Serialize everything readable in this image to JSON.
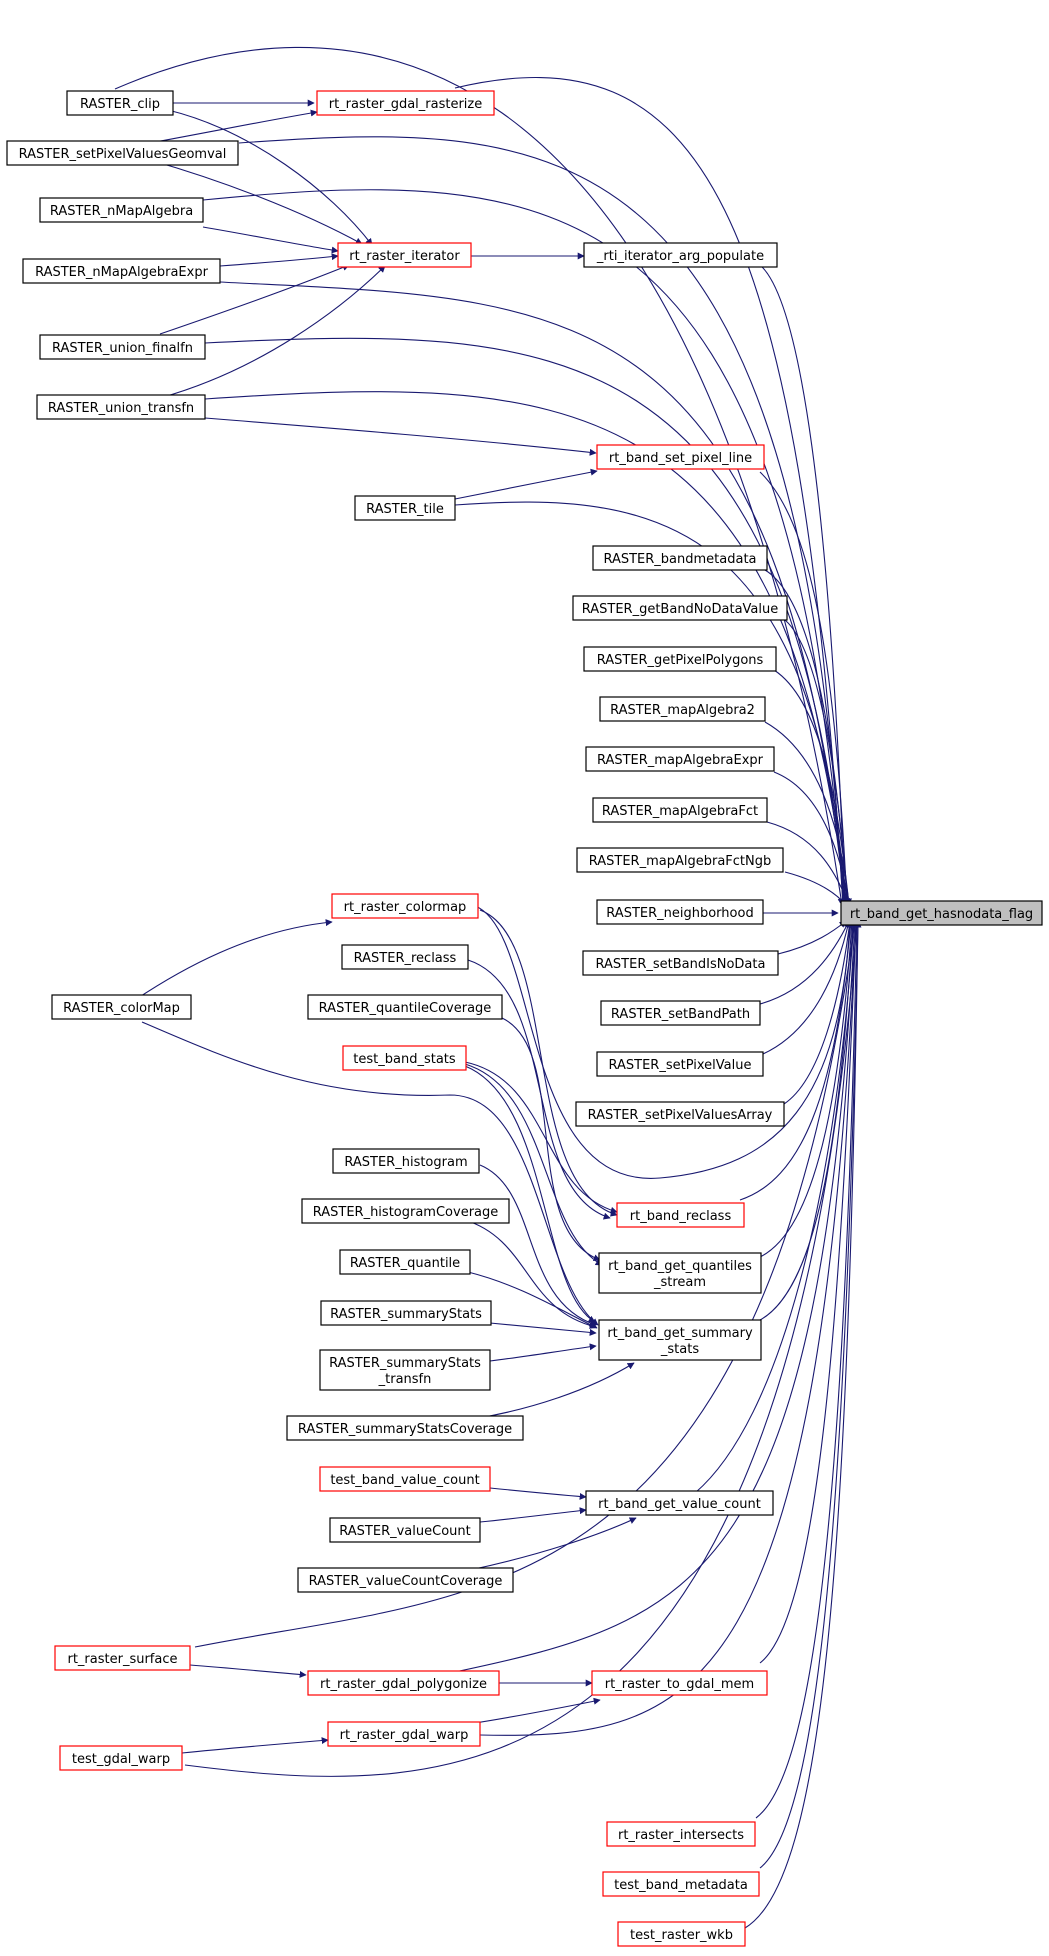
{
  "colors": {
    "edge": "#191970",
    "normal_border": "#000000",
    "link_border": "#ff0000",
    "target_fill": "#bfbfbf"
  },
  "nodes": {
    "rt_band_get_hasnodata_flag": "rt_band_get_hasnodata_flag",
    "RASTER_clip": "RASTER_clip",
    "rt_raster_gdal_rasterize": "rt_raster_gdal_rasterize",
    "RASTER_setPixelValuesGeomval": "RASTER_setPixelValuesGeomval",
    "RASTER_nMapAlgebra": "RASTER_nMapAlgebra",
    "rt_raster_iterator": "rt_raster_iterator",
    "_rti_iterator_arg_populate": "_rti_iterator_arg_populate",
    "RASTER_nMapAlgebraExpr": "RASTER_nMapAlgebraExpr",
    "RASTER_union_finalfn": "RASTER_union_finalfn",
    "RASTER_union_transfn": "RASTER_union_transfn",
    "rt_band_set_pixel_line": "rt_band_set_pixel_line",
    "RASTER_tile": "RASTER_tile",
    "RASTER_bandmetadata": "RASTER_bandmetadata",
    "RASTER_getBandNoDataValue": "RASTER_getBandNoDataValue",
    "RASTER_getPixelPolygons": "RASTER_getPixelPolygons",
    "RASTER_mapAlgebra2": "RASTER_mapAlgebra2",
    "RASTER_mapAlgebraExpr": "RASTER_mapAlgebraExpr",
    "RASTER_mapAlgebraFct": "RASTER_mapAlgebraFct",
    "RASTER_mapAlgebraFctNgb": "RASTER_mapAlgebraFctNgb",
    "RASTER_neighborhood": "RASTER_neighborhood",
    "RASTER_setBandIsNoData": "RASTER_setBandIsNoData",
    "RASTER_setBandPath": "RASTER_setBandPath",
    "RASTER_setPixelValue": "RASTER_setPixelValue",
    "RASTER_setPixelValuesArray": "RASTER_setPixelValuesArray",
    "rt_raster_colormap": "rt_raster_colormap",
    "RASTER_colorMap": "RASTER_colorMap",
    "RASTER_reclass": "RASTER_reclass",
    "RASTER_quantileCoverage": "RASTER_quantileCoverage",
    "test_band_stats": "test_band_stats",
    "RASTER_histogram": "RASTER_histogram",
    "RASTER_histogramCoverage": "RASTER_histogramCoverage",
    "rt_band_reclass": "rt_band_reclass",
    "rt_band_get_quantiles_stream_1": "rt_band_get_quantiles",
    "rt_band_get_quantiles_stream_2": "_stream",
    "RASTER_quantile": "RASTER_quantile",
    "RASTER_summaryStats": "RASTER_summaryStats",
    "rt_band_get_summary_stats_1": "rt_band_get_summary",
    "rt_band_get_summary_stats_2": "_stats",
    "RASTER_summaryStats_transfn_1": "RASTER_summaryStats",
    "RASTER_summaryStats_transfn_2": "_transfn",
    "RASTER_summaryStatsCoverage": "RASTER_summaryStatsCoverage",
    "test_band_value_count": "test_band_value_count",
    "rt_band_get_value_count": "rt_band_get_value_count",
    "RASTER_valueCount": "RASTER_valueCount",
    "RASTER_valueCountCoverage": "RASTER_valueCountCoverage",
    "rt_raster_surface": "rt_raster_surface",
    "rt_raster_gdal_polygonize": "rt_raster_gdal_polygonize",
    "rt_raster_to_gdal_mem": "rt_raster_to_gdal_mem",
    "rt_raster_gdal_warp": "rt_raster_gdal_warp",
    "test_gdal_warp": "test_gdal_warp",
    "rt_raster_intersects": "rt_raster_intersects",
    "test_band_metadata": "test_band_metadata",
    "test_raster_wkb": "test_raster_wkb"
  }
}
